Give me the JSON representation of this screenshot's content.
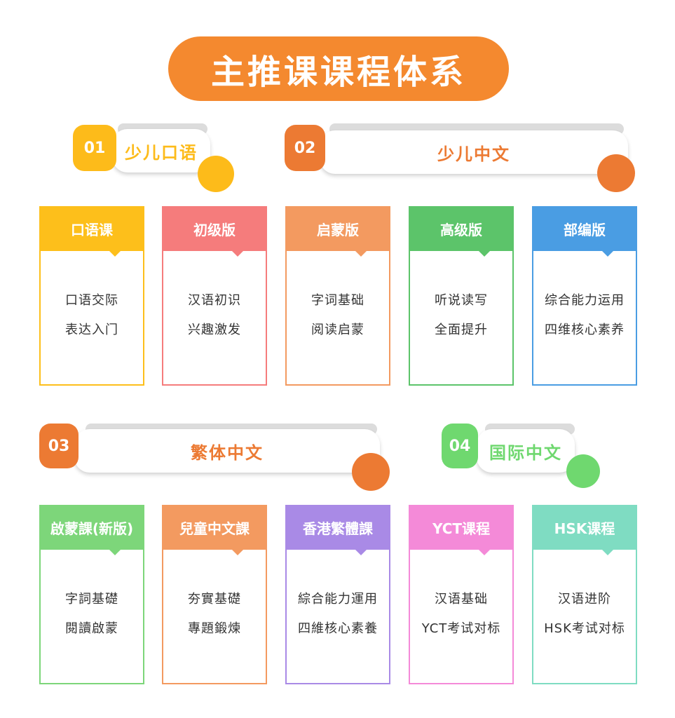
{
  "title": "主推课课程体系",
  "sections": [
    {
      "num": "01",
      "label": "少儿口语",
      "color": "#fdbb1a"
    },
    {
      "num": "02",
      "label": "少儿中文",
      "color": "#ec7a33"
    },
    {
      "num": "03",
      "label": "繁体中文",
      "color": "#ec7a33"
    },
    {
      "num": "04",
      "label": "国际中文",
      "color": "#6fd86f"
    }
  ],
  "cards": [
    {
      "title": "口语课",
      "line1": "口语交际",
      "line2": "表达入门",
      "color": "#fdbf1b"
    },
    {
      "title": "初级版",
      "line1": "汉语初识",
      "line2": "兴趣激发",
      "color": "#f57c7c"
    },
    {
      "title": "启蒙版",
      "line1": "字词基础",
      "line2": "阅读启蒙",
      "color": "#f39a60"
    },
    {
      "title": "高级版",
      "line1": "听说读写",
      "line2": "全面提升",
      "color": "#5cc46a"
    },
    {
      "title": "部编版",
      "line1": "综合能力运用",
      "line2": "四维核心素养",
      "color": "#4a9de3"
    },
    {
      "title": "啟蒙課(新版)",
      "line1": "字詞基礎",
      "line2": "閱讀啟蒙",
      "color": "#7dd67a"
    },
    {
      "title": "兒童中文課",
      "line1": "夯實基礎",
      "line2": "專題鍛煉",
      "color": "#f39a60"
    },
    {
      "title": "香港繁體課",
      "line1": "綜合能力運用",
      "line2": "四維核心素養",
      "color": "#a98ae6"
    },
    {
      "title": "YCT课程",
      "line1": "汉语基础",
      "line2": "YCT考试对标",
      "color": "#f48ad8"
    },
    {
      "title": "HSK课程",
      "line1": "汉语进阶",
      "line2": "HSK考试对标",
      "color": "#7fdcc2"
    }
  ]
}
